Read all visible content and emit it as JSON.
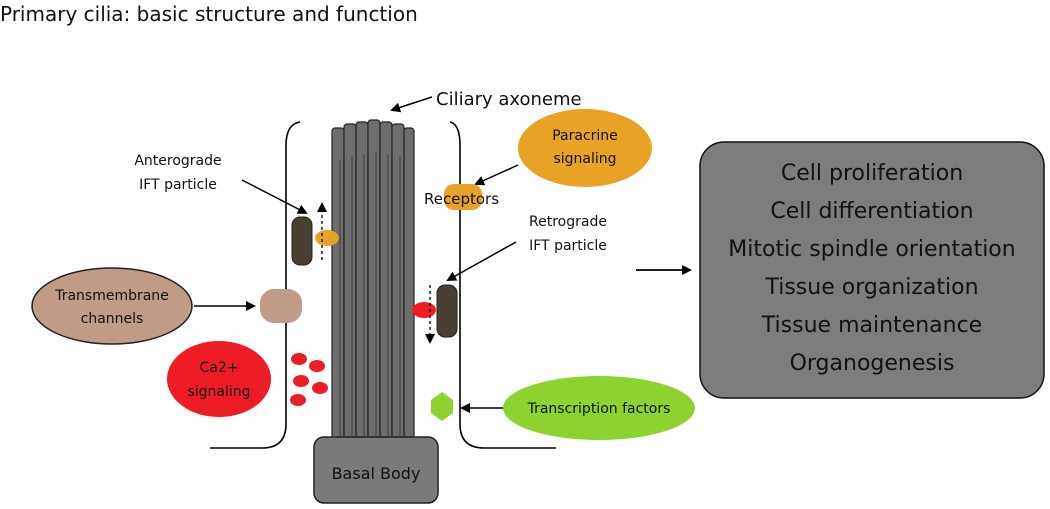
{
  "title": "Primary cilia: basic structure and function",
  "labels": {
    "axoneme": "Ciliary axoneme",
    "anterograde": [
      "Anterograde",
      "IFT particle"
    ],
    "retrograde": [
      "Retrograde",
      "IFT particle"
    ],
    "receptors": "Receptors",
    "basal_body": "Basal Body"
  },
  "bubbles": {
    "paracrine": [
      "Paracrine",
      "signaling"
    ],
    "transmembrane": [
      "Transmembrane",
      "channels"
    ],
    "ca_signaling": [
      "Ca2+",
      "signaling"
    ],
    "transcription": "Transcription factors"
  },
  "functions": [
    "Cell proliferation",
    "Cell differentiation",
    "Mitotic spindle orientation",
    "Tissue organization",
    "Tissue maintenance",
    "Organogenesis"
  ],
  "colors": {
    "paracrine": "#e8a327",
    "transmembrane": "#bf9b88",
    "calcium": "#ee1c24",
    "transcription": "#8dd32f",
    "ift_particle": "#4a3f33",
    "axoneme": "#6d6d6d",
    "basal_body": "#7a7a7a",
    "function_box": "#7d7d7d"
  }
}
